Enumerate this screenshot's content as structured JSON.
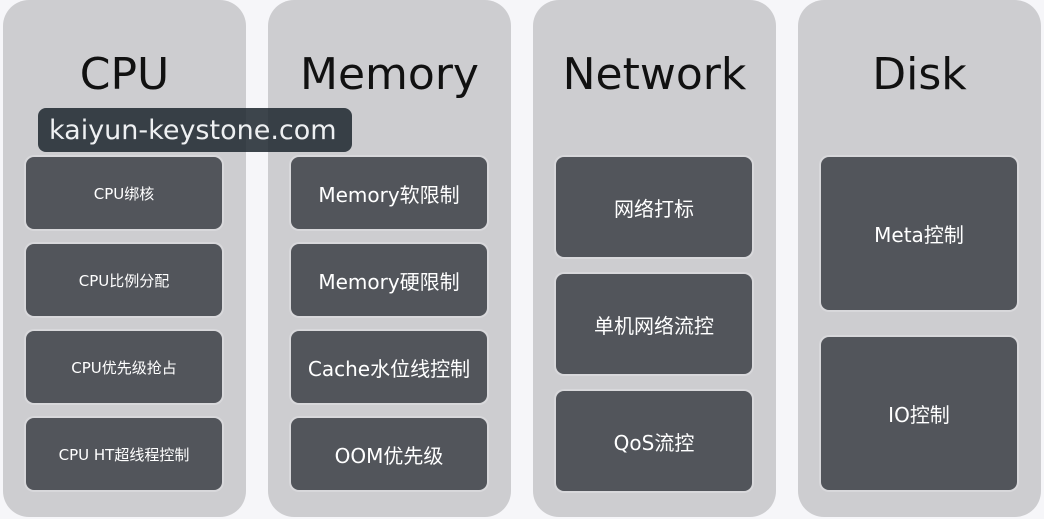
{
  "columns": [
    {
      "title": "CPU",
      "items": [
        "CPU绑核",
        "CPU比例分配",
        "CPU优先级抢占",
        "CPU HT超线程控制"
      ]
    },
    {
      "title": "Memory",
      "items": [
        "Memory软限制",
        "Memory硬限制",
        "Cache水位线控制",
        "OOM优先级"
      ]
    },
    {
      "title": "Network",
      "items": [
        "网络打标",
        "单机网络流控",
        "QoS流控"
      ]
    },
    {
      "title": "Disk",
      "items": [
        "Meta控制",
        "IO控制"
      ]
    }
  ],
  "watermark": "kaiyun-keystone.com",
  "colors": {
    "column_bg": "#cdcdd0",
    "box_bg": "#52555b",
    "page_bg": "#f6f6f9"
  }
}
